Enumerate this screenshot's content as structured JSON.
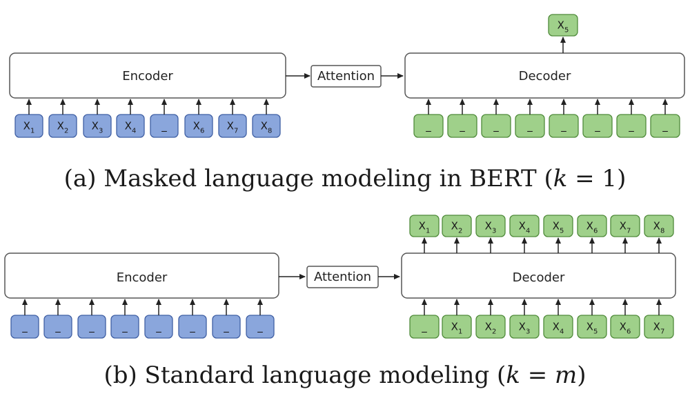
{
  "colors": {
    "encoder_token_fill": "#8aa6dc",
    "encoder_token_stroke": "#3f5fa3",
    "decoder_token_fill": "#9fd08a",
    "decoder_token_stroke": "#4f8a3a",
    "box_stroke": "#555555",
    "arrow": "#222222"
  },
  "panels": [
    {
      "encoder_label": "Encoder",
      "attention_label": "Attention",
      "decoder_label": "Decoder",
      "encoder_inputs": [
        "X1",
        "X2",
        "X3",
        "X4",
        "_",
        "X6",
        "X7",
        "X8"
      ],
      "decoder_inputs": [
        "_",
        "_",
        "_",
        "_",
        "_",
        "_",
        "_",
        "_"
      ],
      "decoder_outputs": [
        null,
        null,
        null,
        null,
        "X5",
        null,
        null,
        null
      ],
      "caption": {
        "prefix": "(a) Masked language modeling in BERT (",
        "var": "k",
        "eq": " = 1",
        "suffix": ")"
      }
    },
    {
      "encoder_label": "Encoder",
      "attention_label": "Attention",
      "decoder_label": "Decoder",
      "encoder_inputs": [
        "_",
        "_",
        "_",
        "_",
        "_",
        "_",
        "_",
        "_"
      ],
      "decoder_inputs": [
        "_",
        "X1",
        "X2",
        "X3",
        "X4",
        "X5",
        "X6",
        "X7"
      ],
      "decoder_outputs": [
        "X1",
        "X2",
        "X3",
        "X4",
        "X5",
        "X6",
        "X7",
        "X8"
      ],
      "caption": {
        "prefix": "(b) Standard language modeling (",
        "var": "k",
        "eq": " = ",
        "var2": "m",
        "suffix": ")"
      }
    }
  ]
}
